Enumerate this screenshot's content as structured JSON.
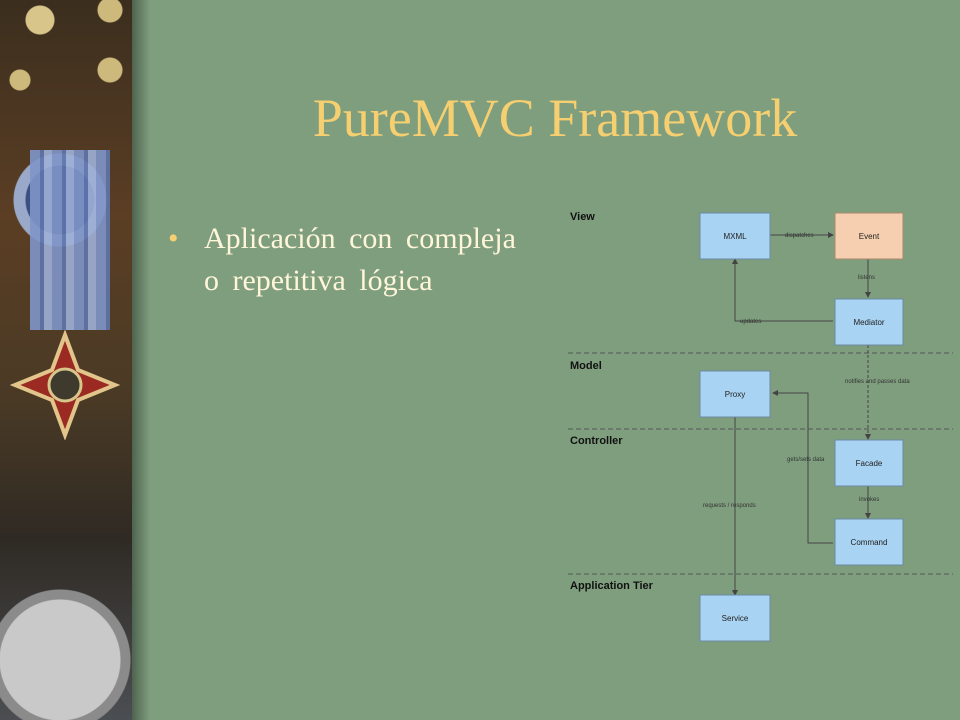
{
  "slide": {
    "title": "PureMVC Framework",
    "bullets": [
      "Aplicación con compleja o repetitiva lógica"
    ]
  },
  "diagram": {
    "lanes": [
      "View",
      "Model",
      "Controller",
      "Application Tier"
    ],
    "boxes": {
      "mxml": "MXML",
      "event": "Event",
      "mediator": "Mediator",
      "proxy": "Proxy",
      "facade": "Facade",
      "command": "Command",
      "service": "Service"
    },
    "edges": {
      "dispatches": "dispatches",
      "listens": "listens",
      "updates": "updates",
      "notifies": "notifies and passes data",
      "gets": "gets/sets data",
      "invokes": "invokes",
      "requests": "requests / responds"
    },
    "colors": {
      "blue_box": "#a9d3f2",
      "event_box": "#f6cfb0",
      "background": "#7f9e7e",
      "title": "#f5cf70"
    }
  }
}
